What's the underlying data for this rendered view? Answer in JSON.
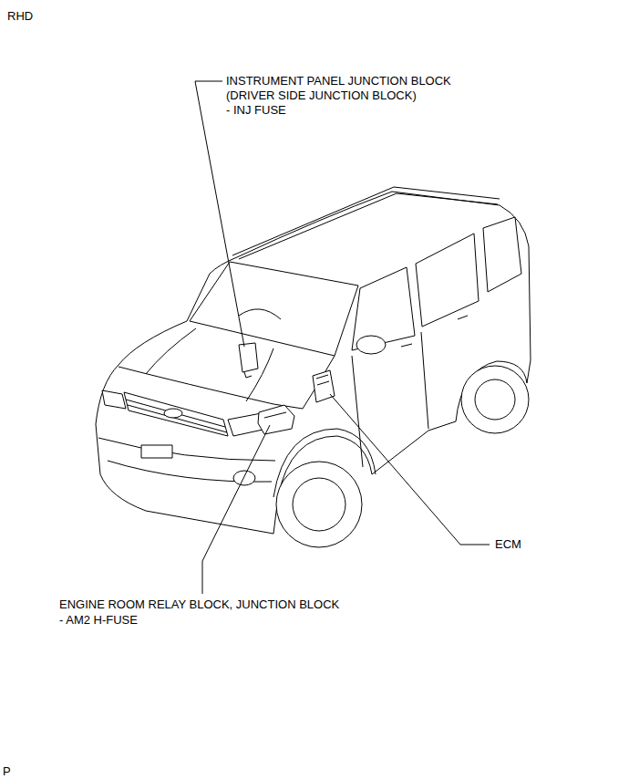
{
  "diagram": {
    "labels": [
      "RHD",
      "INSTRUMENT PANEL JUNCTION BLOCK",
      "(DRIVER SIDE JUNCTION BLOCK)",
      "- INJ FUSE",
      "ECM",
      "ENGINE ROOM RELAY BLOCK, JUNCTION BLOCK",
      "- AM2 H-FUSE",
      "P"
    ]
  }
}
